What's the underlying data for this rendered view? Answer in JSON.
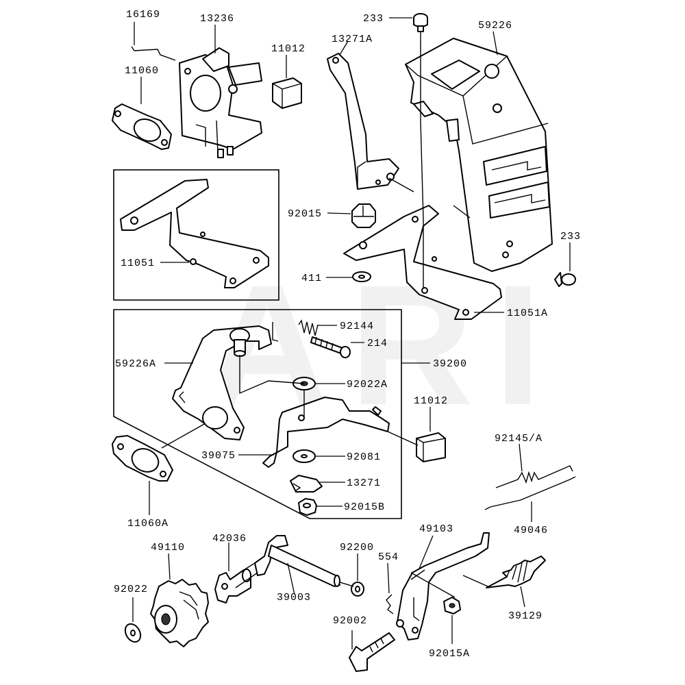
{
  "watermark": "ARI",
  "labels": {
    "p16169": "16169",
    "p13236": "13236",
    "p11012_top": "11012",
    "p11060": "11060",
    "p233_top": "233",
    "p13271A": "13271A",
    "p59226": "59226",
    "p11051": "11051",
    "p92015": "92015",
    "p411": "411",
    "p233_right": "233",
    "p11051A": "11051A",
    "p92144": "92144",
    "p214": "214",
    "p59226A": "59226A",
    "p39200": "39200",
    "p92022A": "92022A",
    "p11012_mid": "11012",
    "p39075": "39075",
    "p92081": "92081",
    "p13271": "13271",
    "p92015B": "92015B",
    "p11060A": "11060A",
    "p92145A": "92145/A",
    "p49046": "49046",
    "p49110": "49110",
    "p42036": "42036",
    "p92200": "92200",
    "p554": "554",
    "p49103": "49103",
    "p92022": "92022",
    "p39003": "39003",
    "p39129": "39129",
    "p92002": "92002",
    "p92015A": "92015A"
  }
}
